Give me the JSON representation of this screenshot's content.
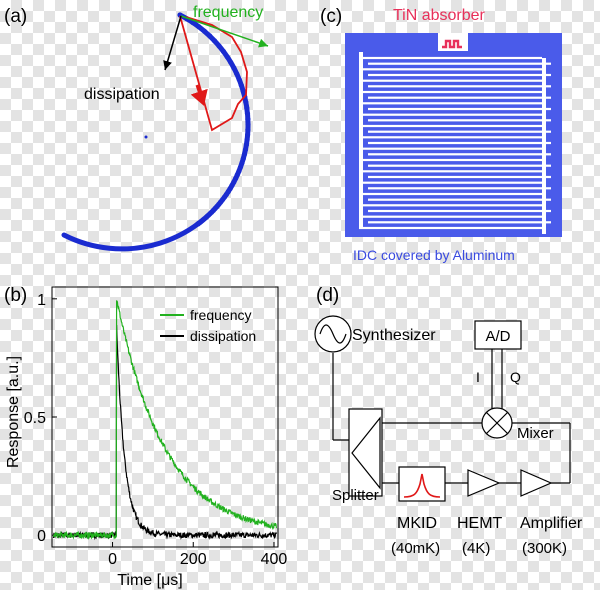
{
  "panels": {
    "a": {
      "label": "(a)",
      "frequency_label": "frequency",
      "dissipation_label": "dissipation"
    },
    "b": {
      "label": "(b)"
    },
    "c": {
      "label": "(c)",
      "absorber_label": "TiN absorber",
      "idc_label": "IDC covered by Aluminum"
    },
    "d": {
      "label": "(d)",
      "synthesizer": "Synthesizer",
      "ad": "A/D",
      "i": "I",
      "q": "Q",
      "mixer": "Mixer",
      "splitter": "Splitter",
      "mkid": "MKID",
      "mkid_temp": "(40mK)",
      "hemt": "HEMT",
      "hemt_temp": "(4K)",
      "amplifier": "Amplifier",
      "amplifier_temp": "(300K)"
    }
  },
  "colors": {
    "frequency": "#22b11f",
    "dissipation": "#000000",
    "circle": "#1a2bd0",
    "idc": "#4a5bea",
    "absorber": "#e8305a",
    "trajectory": "#e01818"
  },
  "chart_data": {
    "type": "line",
    "xlabel": "Time [μs]",
    "ylabel": "Response [a.u.]",
    "xlim": [
      -150,
      410
    ],
    "ylim": [
      -0.05,
      1.05
    ],
    "xticks": [
      0,
      200,
      400
    ],
    "yticks": [
      0,
      0.5,
      1
    ],
    "ytick_labels": [
      "0",
      "0.5",
      "1"
    ],
    "pulse_time": 10,
    "series": [
      {
        "name": "frequency",
        "color": "#22b11f",
        "peak": 1.0,
        "tau": 120,
        "noise": 0.012
      },
      {
        "name": "dissipation",
        "color": "#000000",
        "peak": 0.88,
        "tau": 20,
        "noise": 0.012
      }
    ]
  }
}
